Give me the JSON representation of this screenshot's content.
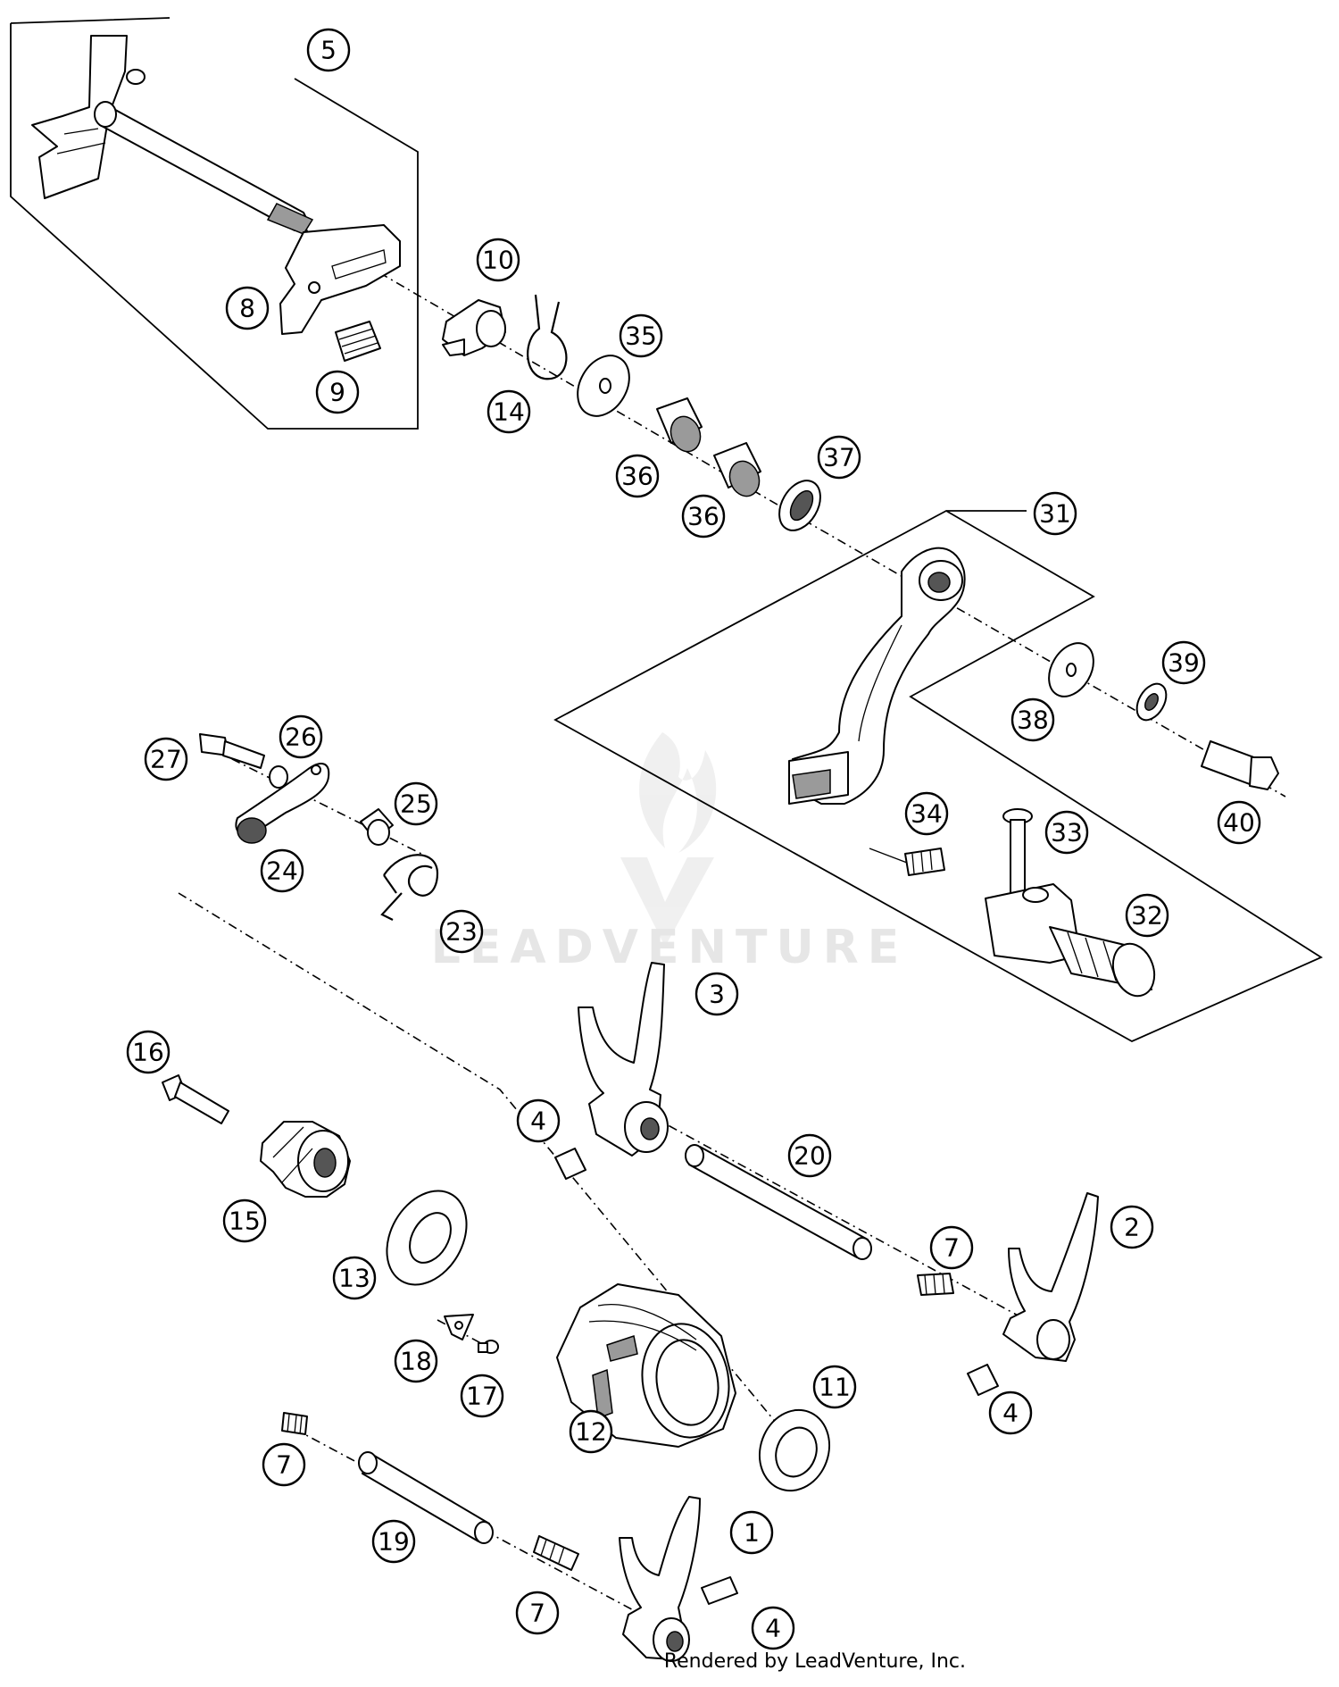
{
  "callouts": {
    "c1": "1",
    "c2": "2",
    "c3": "3",
    "c4a": "4",
    "c4b": "4",
    "c4c": "4",
    "c5": "5",
    "c7a": "7",
    "c7b": "7",
    "c7c": "7",
    "c8": "8",
    "c9": "9",
    "c10": "10",
    "c11": "11",
    "c12": "12",
    "c13": "13",
    "c14": "14",
    "c15": "15",
    "c16": "16",
    "c17": "17",
    "c18": "18",
    "c19": "19",
    "c20": "20",
    "c23": "23",
    "c24": "24",
    "c25": "25",
    "c26": "26",
    "c27": "27",
    "c31": "31",
    "c32": "32",
    "c33": "33",
    "c34": "34",
    "c35": "35",
    "c36a": "36",
    "c36b": "36",
    "c37": "37",
    "c38": "38",
    "c39": "39",
    "c40": "40"
  },
  "watermark": {
    "text": "LEADVENTURE"
  },
  "footer": {
    "credit": "Rendered by LeadVenture, Inc."
  }
}
